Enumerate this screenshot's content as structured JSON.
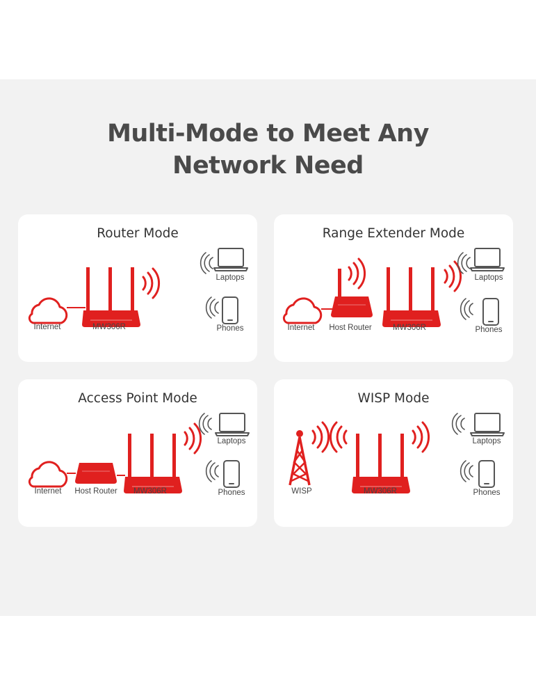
{
  "headline": {
    "line1": "Multi-Mode to Meet Any",
    "line2": "Network Need"
  },
  "colors": {
    "accent": "#e0201f",
    "text": "#4a4a4a",
    "device_outline": "#555555"
  },
  "modes": [
    {
      "title": "Router Mode",
      "labels": {
        "internet": "Internet",
        "device": "MW306R",
        "laptops": "Laptops",
        "phones": "Phones"
      }
    },
    {
      "title": "Range Extender Mode",
      "labels": {
        "internet": "Internet",
        "host": "Host Router",
        "device": "MW306R",
        "laptops": "Laptops",
        "phones": "Phones"
      }
    },
    {
      "title": "Access Point Mode",
      "labels": {
        "internet": "Internet",
        "host": "Host Router",
        "device": "MW306R",
        "laptops": "Laptops",
        "phones": "Phones"
      }
    },
    {
      "title": "WISP Mode",
      "labels": {
        "wisp": "WISP",
        "device": "MW306R",
        "laptops": "Laptops",
        "phones": "Phones"
      }
    }
  ]
}
